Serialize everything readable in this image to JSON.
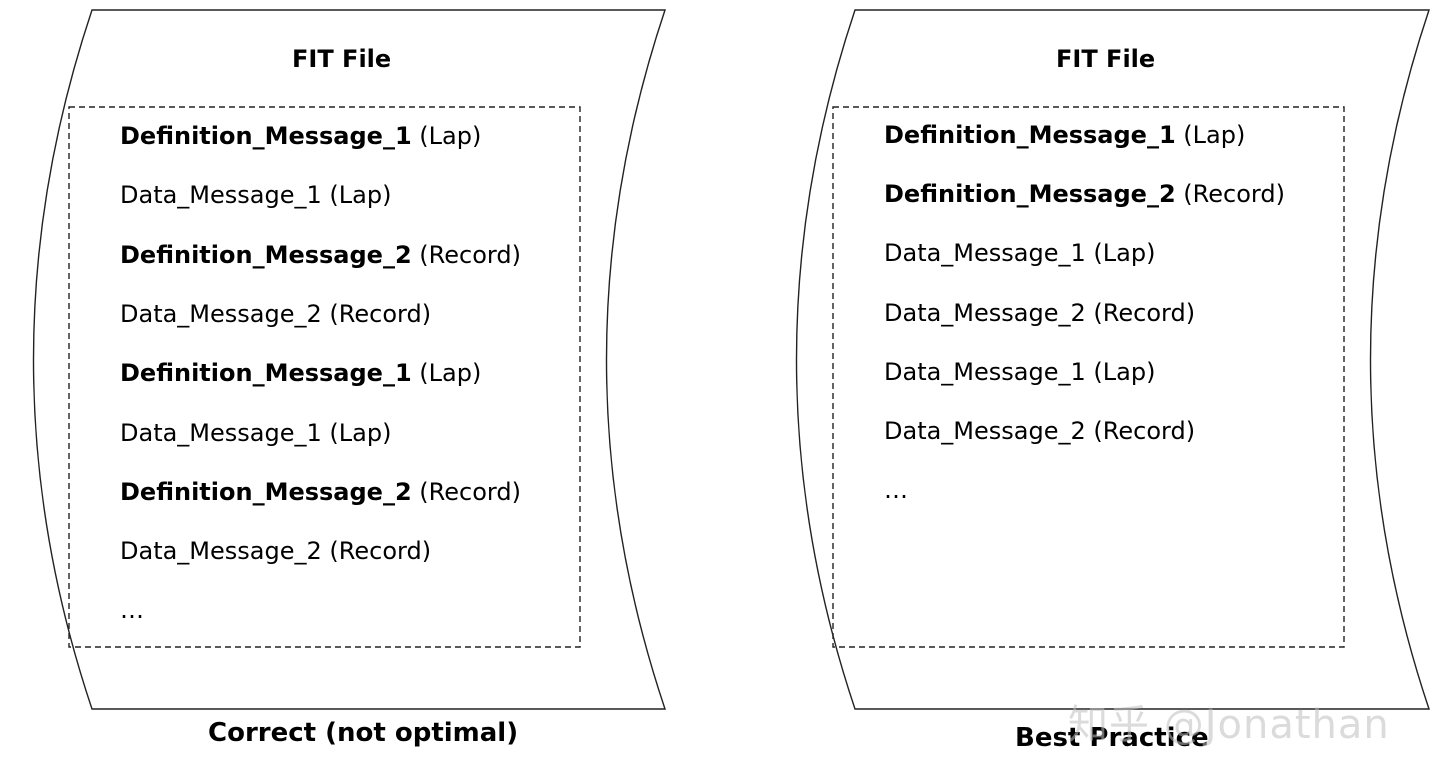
{
  "left_panel": {
    "title": "FIT File",
    "caption": "Correct (not optimal)",
    "rows": [
      {
        "name": "Definition_Message_1",
        "type": "(Lap)",
        "bold": true
      },
      {
        "name": "Data_Message_1",
        "type": "(Lap)",
        "bold": false
      },
      {
        "name": "Definition_Message_2",
        "type": "(Record)",
        "bold": true
      },
      {
        "name": "Data_Message_2",
        "type": "(Record)",
        "bold": false
      },
      {
        "name": "Definition_Message_1",
        "type": "(Lap)",
        "bold": true
      },
      {
        "name": "Data_Message_1",
        "type": "(Lap)",
        "bold": false
      },
      {
        "name": "Definition_Message_2",
        "type": "(Record)",
        "bold": true
      },
      {
        "name": "Data_Message_2",
        "type": "(Record)",
        "bold": false
      },
      {
        "name": "…",
        "type": "",
        "bold": false
      }
    ]
  },
  "right_panel": {
    "title": "FIT File",
    "caption": "Best Practice",
    "rows": [
      {
        "name": "Definition_Message_1",
        "type": "(Lap)",
        "bold": true
      },
      {
        "name": "Definition_Message_2",
        "type": "(Record)",
        "bold": true
      },
      {
        "name": "Data_Message_1",
        "type": "(Lap)",
        "bold": false
      },
      {
        "name": "Data_Message_2",
        "type": "(Record)",
        "bold": false
      },
      {
        "name": "Data_Message_1",
        "type": "(Lap)",
        "bold": false
      },
      {
        "name": "Data_Message_2",
        "type": "(Record)",
        "bold": false
      },
      {
        "name": "…",
        "type": "",
        "bold": false
      }
    ]
  },
  "watermark": "知乎 @Jonathan"
}
